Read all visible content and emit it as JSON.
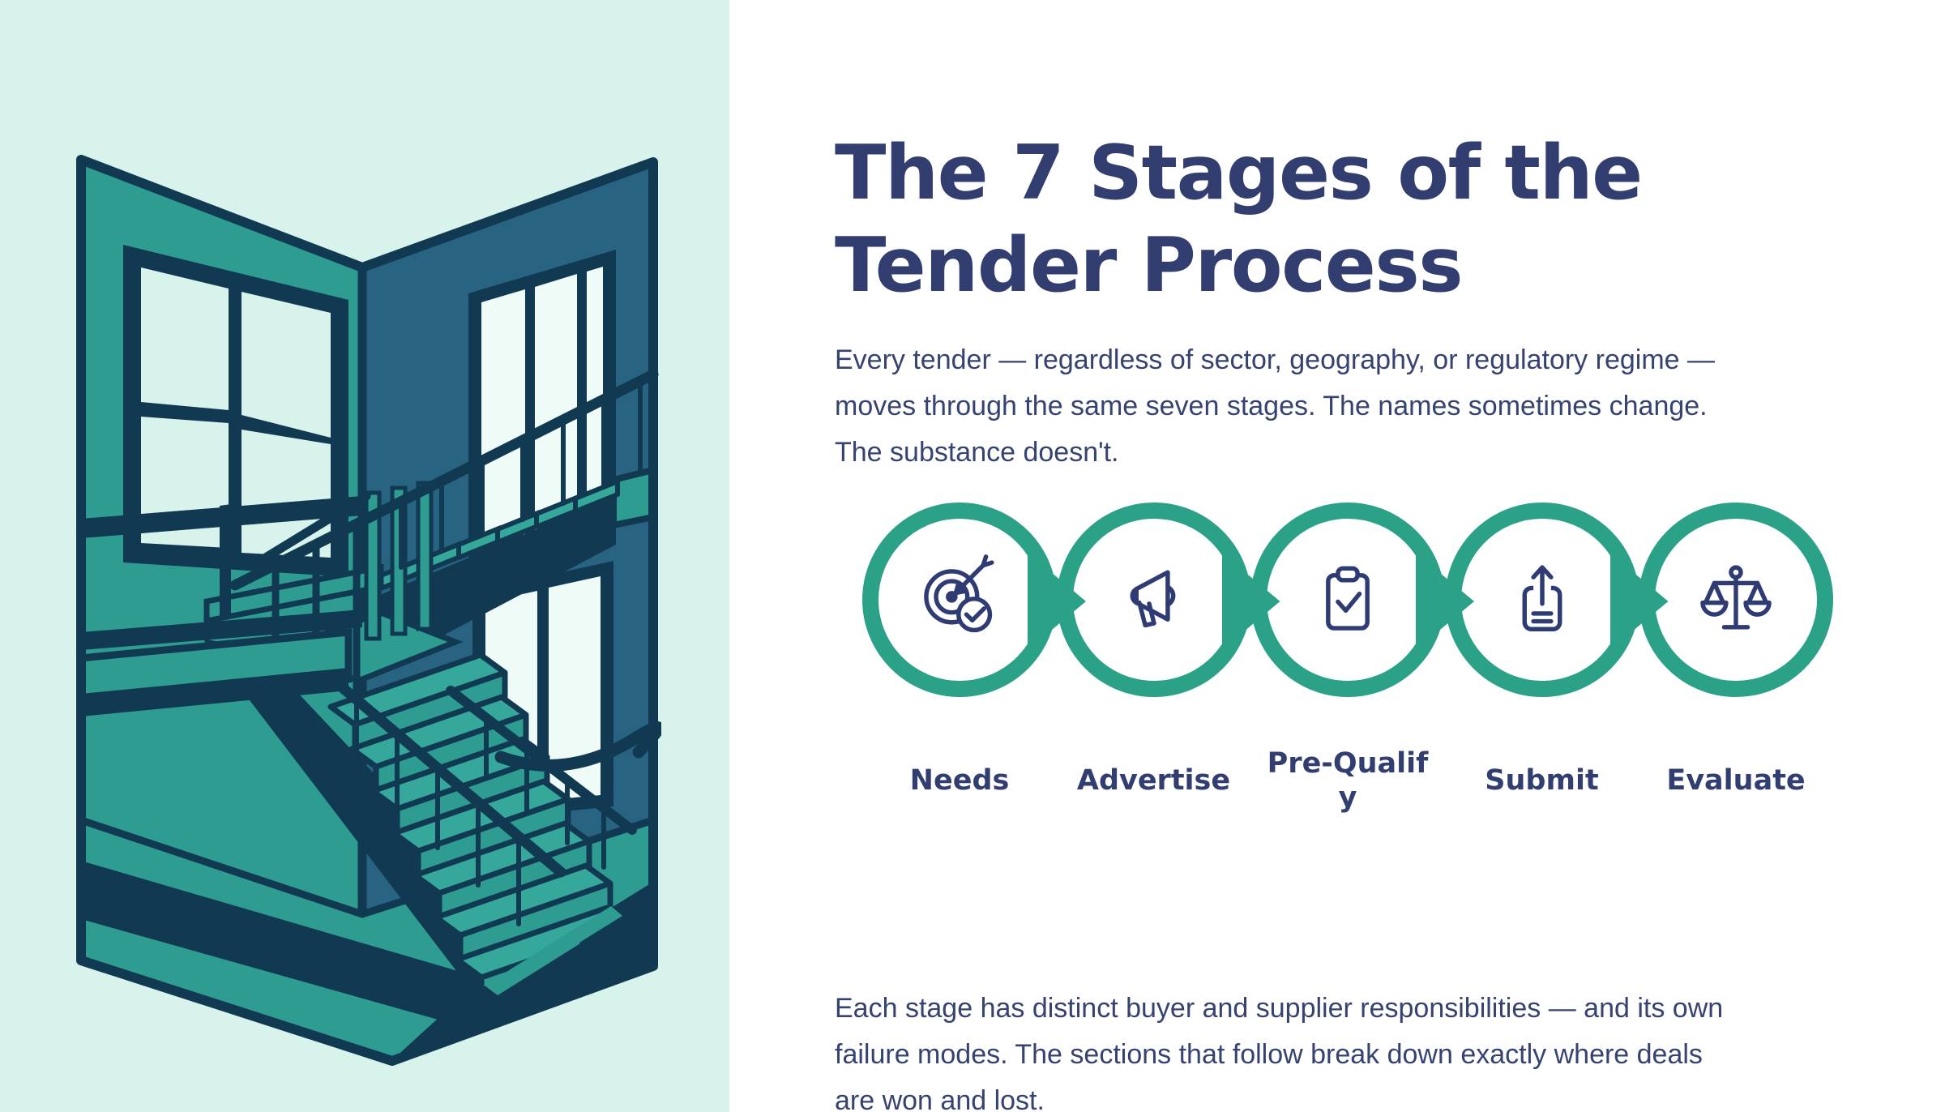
{
  "hero": {
    "panel_background": "#d8f2ec",
    "illustration": "corner-staircase-illustration",
    "colors": {
      "wall_teal": "#2f9c91",
      "wall_slate": "#286381",
      "outline_navy": "#113a52",
      "window_pane": "#eefbf6",
      "tread_teal": "#35a89b"
    }
  },
  "content": {
    "title": "The 7 Stages of the\nTender Process",
    "title_color": "#333e70",
    "intro": "Every tender — regardless of sector, geography, or regulatory regime —\nmoves through the same seven stages. The names sometimes change.\nThe substance doesn't.",
    "outro": "Each stage has distinct buyer and supplier responsibilities — and its own\nfailure modes. The sections that follow break down exactly where deals\nare won and lost.",
    "text_color": "#364270"
  },
  "process": {
    "ring_color": "#2ba287",
    "arrow_color": "#2ba287",
    "icon_color": "#2f3b73",
    "stages": [
      {
        "label": "Needs",
        "icon": "target-check-icon"
      },
      {
        "label": "Advertise",
        "icon": "megaphone-icon"
      },
      {
        "label": "Pre-Qualify",
        "icon": "clipboard-check-icon"
      },
      {
        "label": "Submit",
        "icon": "upload-icon"
      },
      {
        "label": "Evaluate",
        "icon": "scales-icon"
      }
    ]
  }
}
